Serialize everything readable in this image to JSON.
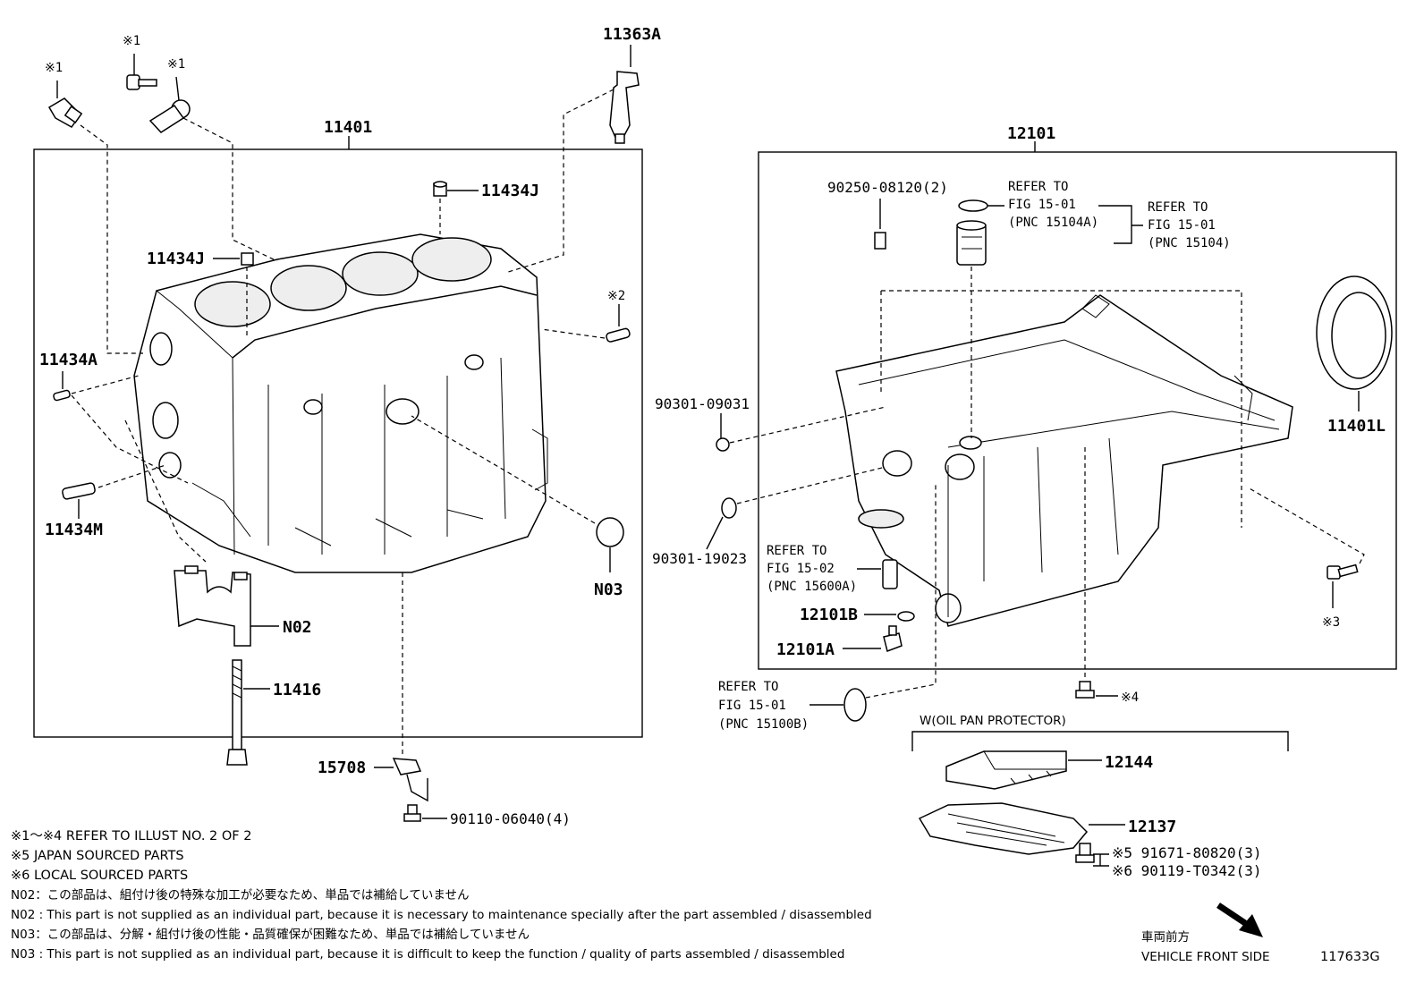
{
  "labels": {
    "p11363a": "11363A",
    "p11401": "11401",
    "p11434j_top": "11434J",
    "p11434j_mid": "11434J",
    "p11434a": "11434A",
    "p11434m": "11434M",
    "p_x2": "※2",
    "p_x1_a": "※1",
    "p_x1_b": "※1",
    "p_x1_c": "※1",
    "pn03": "N03",
    "pn02": "N02",
    "p11416": "11416",
    "p15708": "15708",
    "p90110": "90110-06040(4)",
    "p12101": "12101",
    "p90250": "90250-08120(2)",
    "refer_a_1": "REFER TO",
    "refer_a_2": "FIG 15-01",
    "refer_a_3": "(PNC 15104A)",
    "refer_b_1": "REFER TO",
    "refer_b_2": "FIG 15-01",
    "refer_b_3": "(PNC 15104)",
    "p11401l": "11401L",
    "p90301_09031": "90301-09031",
    "p90301_19023": "90301-19023",
    "refer_c_1": "REFER TO",
    "refer_c_2": "FIG 15-02",
    "refer_c_3": "(PNC 15600A)",
    "p12101b": "12101B",
    "p12101a": "12101A",
    "refer_d_1": "REFER TO",
    "refer_d_2": "FIG 15-01",
    "refer_d_3": "(PNC 15100B)",
    "p_x3": "※3",
    "p_x4": "※4",
    "w_protector": "W(OIL PAN PROTECTOR)",
    "p12144": "12144",
    "p12137": "12137",
    "p91671": "※5 91671-80820(3)",
    "p90119": "※6 90119-T0342(3)"
  },
  "notes": [
    "※1～※4  REFER TO ILLUST NO. 2 OF 2",
    "※5 JAPAN SOURCED PARTS",
    "※6 LOCAL SOURCED PARTS",
    "N02：この部品は、組付け後の特殊な加工が必要なため、単品では補給していません",
    "N02 : This part is not supplied as an individual part, because it is necessary to maintenance specially after the part assembled / disassembled",
    "N03：この部品は、分解・組付け後の性能・品質確保が困難なため、単品では補給していません",
    "N03 : This part is not supplied as an individual part, because it is difficult to keep the function / quality of parts  assembled / disassembled"
  ],
  "footer": {
    "vehicle_front_jp": "車両前方",
    "vehicle_front_en": "VEHICLE FRONT SIDE",
    "illust_id": "117633G"
  }
}
